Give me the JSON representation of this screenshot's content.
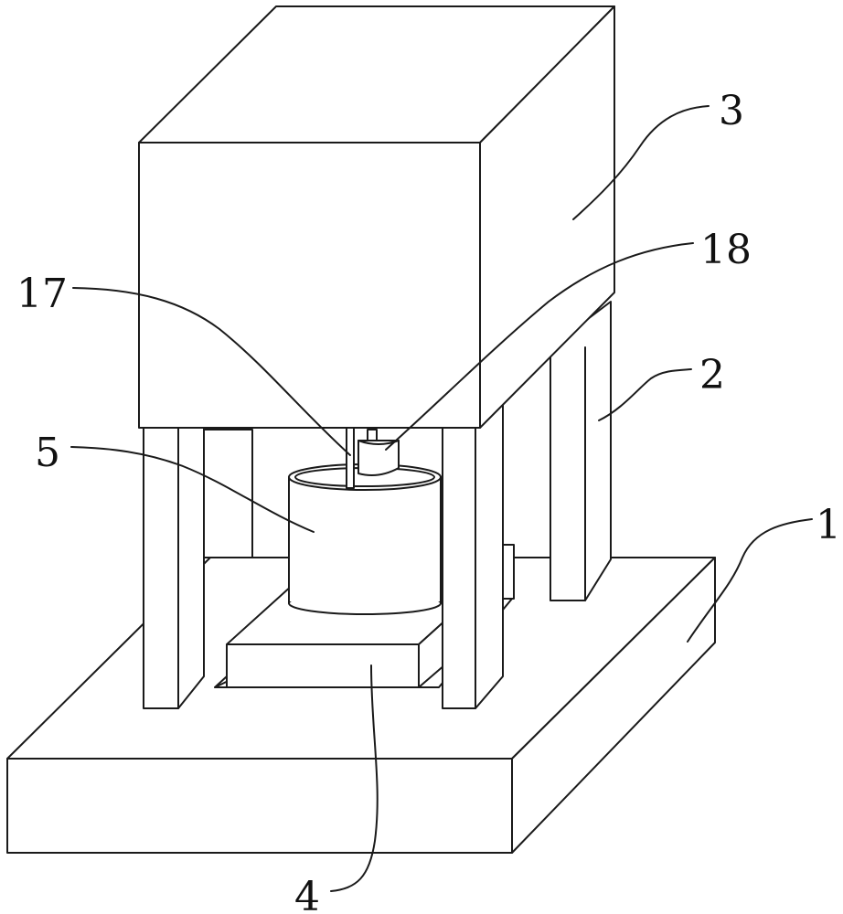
{
  "figure": {
    "labels": [
      {
        "id": "base",
        "text": "1"
      },
      {
        "id": "column",
        "text": "2"
      },
      {
        "id": "housing",
        "text": "3"
      },
      {
        "id": "platform",
        "text": "4"
      },
      {
        "id": "container",
        "text": "5"
      },
      {
        "id": "shaft",
        "text": "17"
      },
      {
        "id": "nozzle",
        "text": "18"
      }
    ]
  },
  "colors": {
    "line": "#1a1a1a",
    "fill": "#ffffff"
  }
}
